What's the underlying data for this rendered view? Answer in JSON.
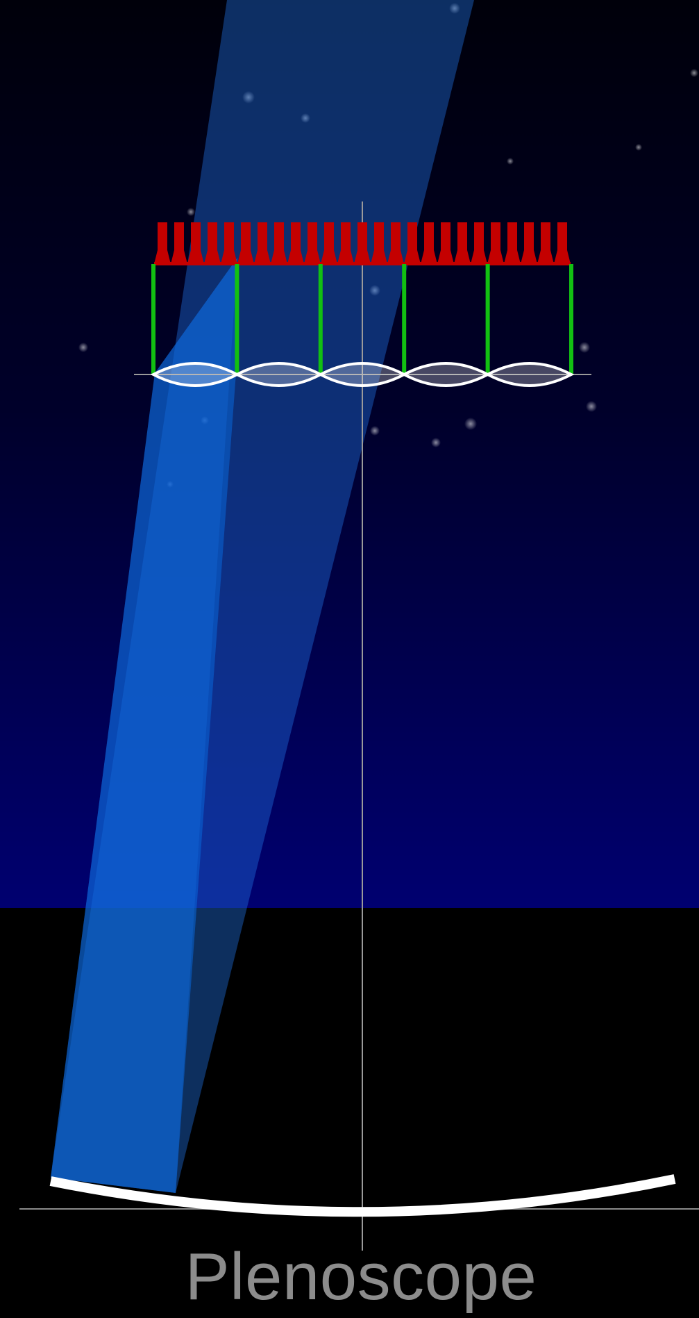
{
  "caption": "Plenoscope",
  "colors": {
    "sky_top": "#00000a",
    "sky_bottom": "#000070",
    "ground": "#000000",
    "light_beam": "#1f6fe0",
    "light_beam_inner": "#0a66d8",
    "axis_line": "#9a9a9a",
    "mirror": "#ffffff",
    "photosensor": "#c40000",
    "lens_separator": "#12c012",
    "lens": "#ffffff",
    "caption": "#8c8c8c"
  },
  "components": {
    "lens_count": 5,
    "photosensor_count": 25
  }
}
